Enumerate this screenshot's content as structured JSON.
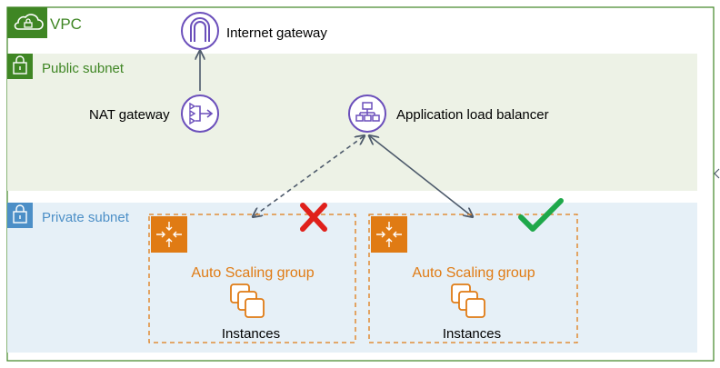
{
  "vpc": {
    "label": "VPC",
    "color": "#3f8624"
  },
  "public_subnet": {
    "label": "Public subnet",
    "color": "#3f8624",
    "fill": "#edf2e6"
  },
  "private_subnet": {
    "label": "Private subnet",
    "color": "#4c8fc7",
    "fill": "#e6f0f7"
  },
  "internet_gateway": {
    "label": "Internet gateway",
    "icon": "internet-gateway-icon"
  },
  "nat_gateway": {
    "label": "NAT gateway",
    "icon": "nat-gateway-icon"
  },
  "load_balancer": {
    "label": "Application load balancer",
    "icon": "load-balancer-icon"
  },
  "asg_left": {
    "label": "Auto Scaling group",
    "instances_label": "Instances",
    "status": "cross-icon"
  },
  "asg_right": {
    "label": "Auto Scaling group",
    "instances_label": "Instances",
    "status": "check-icon"
  },
  "colors": {
    "purple": "#6b4fbb",
    "orange": "#e07b14",
    "red": "#e0201b",
    "green": "#1ea84a",
    "arrow": "#4d5a6b"
  }
}
